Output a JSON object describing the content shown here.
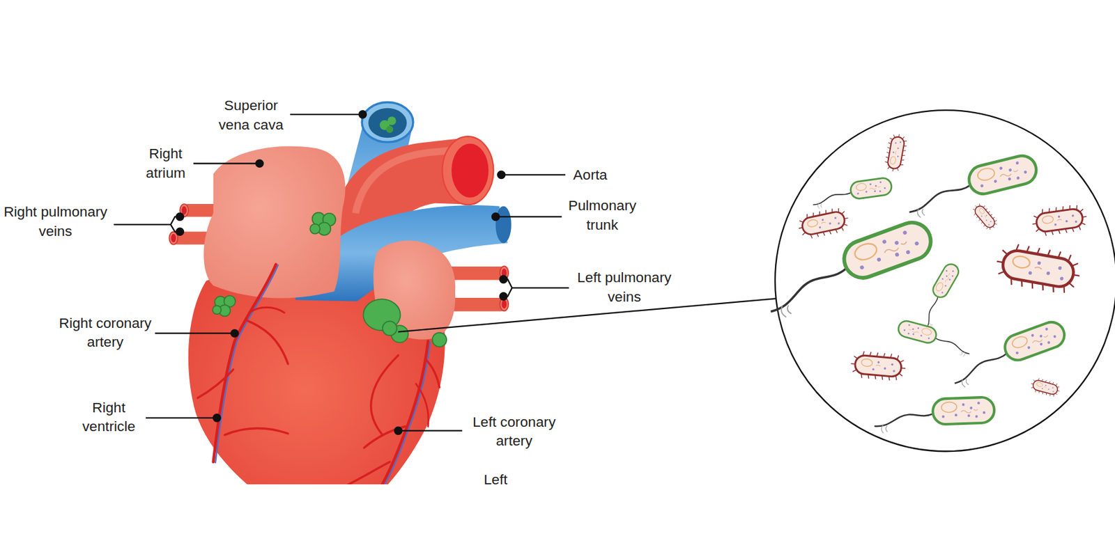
{
  "diagram": {
    "labels": [
      "Superior vena cava",
      "Right atrium",
      "Right pulmonary veins",
      "Aorta",
      "Pulmonary trunk",
      "Left pulmonary veins",
      "Right coronary artery",
      "Right ventricle",
      "Left coronary artery",
      "Left ventricle"
    ]
  }
}
